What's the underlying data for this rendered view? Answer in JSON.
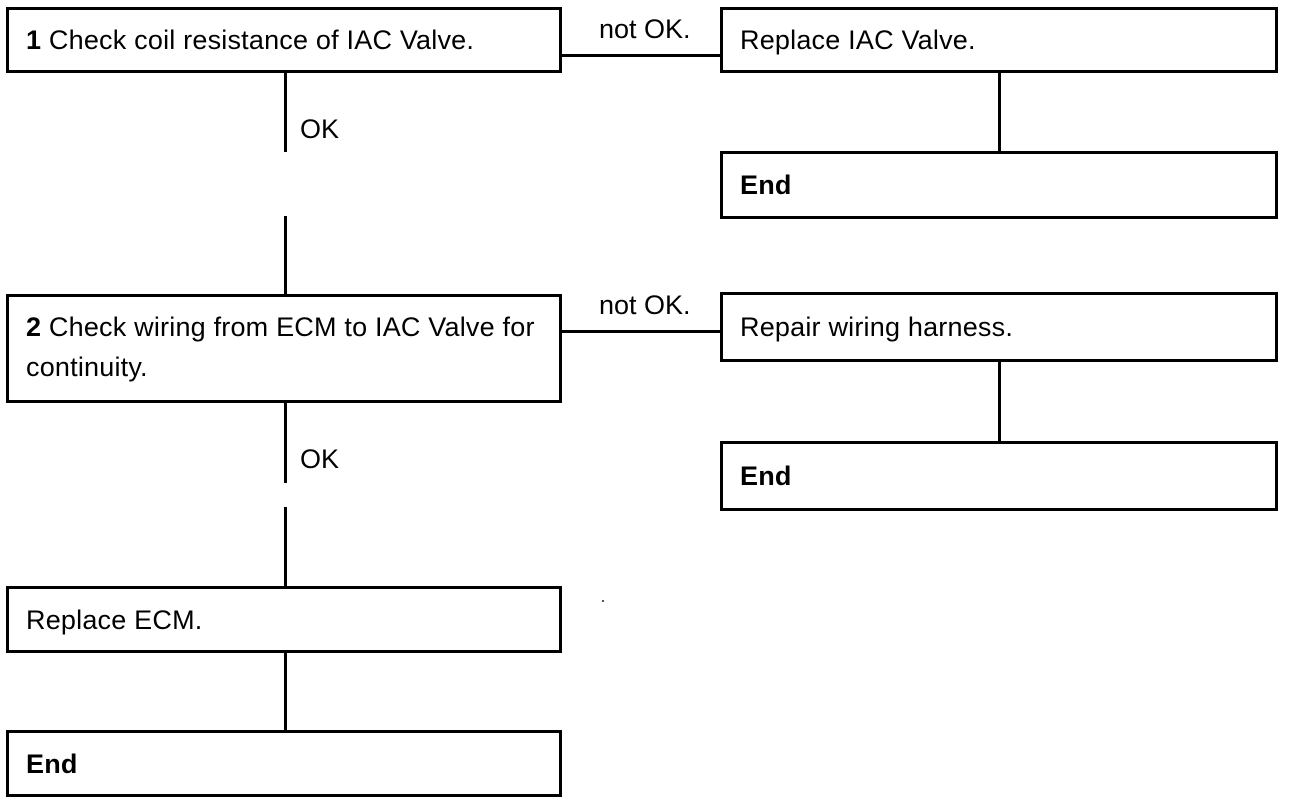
{
  "step1": {
    "number": "1",
    "text": " Check coil resistance of IAC Valve."
  },
  "step2": {
    "number": "2",
    "text_line1": " Check wiring from ECM to IAC Valve for",
    "text_line2": "continuity."
  },
  "replace_iac": "Replace IAC Valve.",
  "repair_wiring": "Repair wiring harness.",
  "replace_ecm": "Replace ECM.",
  "end_label": "End",
  "branch_ok": "OK",
  "branch_not_ok": "not OK.",
  "colors": {
    "line": "#000000",
    "background": "#ffffff"
  }
}
